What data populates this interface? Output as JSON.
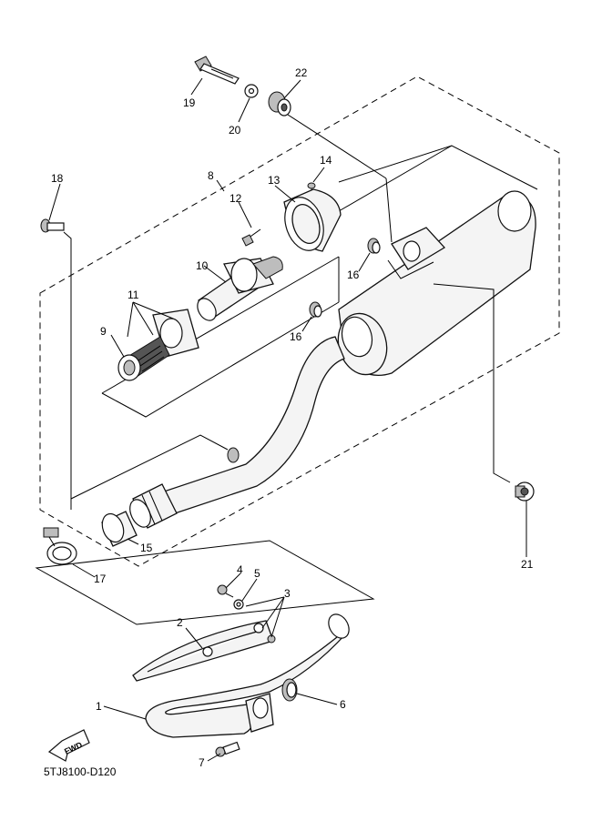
{
  "diagram_code": "5TJ8100-D120",
  "fwd_label": "FWD",
  "callouts": {
    "c1": "1",
    "c2": "2",
    "c3": "3",
    "c4": "4",
    "c5": "5",
    "c6": "6",
    "c7": "7",
    "c8": "8",
    "c9": "9",
    "c10": "10",
    "c11": "11",
    "c12": "12",
    "c13": "13",
    "c14": "14",
    "c15": "15",
    "c16a": "16",
    "c16b": "16",
    "c17": "17",
    "c18": "18",
    "c19": "19",
    "c20": "20",
    "c21": "21",
    "c22": "22"
  }
}
